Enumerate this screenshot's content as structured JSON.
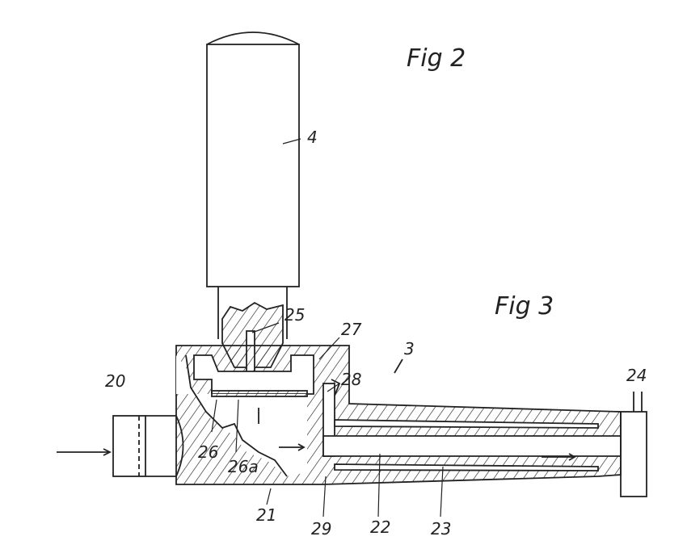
{
  "figures": {
    "fig2": "Fig 2",
    "fig3": "Fig 3"
  },
  "labels": {
    "n4": "4",
    "n25": "25",
    "n27": "27",
    "n3": "3",
    "n28": "28",
    "n20": "20",
    "n24": "24",
    "n26": "26",
    "n26a": "26a",
    "n21": "21",
    "n29": "29",
    "n22": "22",
    "n23": "23"
  },
  "colors": {
    "ink": "#222222",
    "paper": "#ffffff"
  }
}
